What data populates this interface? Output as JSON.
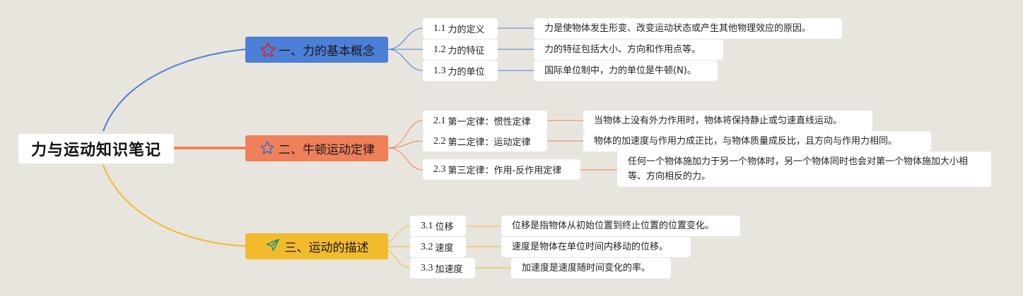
{
  "root": {
    "title": "力与运动知识笔记"
  },
  "branches": [
    {
      "label": "一、力的基本概念",
      "icon": "star-outline-icon",
      "color": "#4c7fd6",
      "items": [
        {
          "num": "1.1",
          "title": "力的定义",
          "detail": "力是使物体发生形变、改变运动状态或产生其他物理效应的原因。"
        },
        {
          "num": "1.2",
          "title": "力的特征",
          "detail": "力的特征包括大小、方向和作用点等。"
        },
        {
          "num": "1.3",
          "title": "力的单位",
          "detail": "国际单位制中，力的单位是牛顿(N)。"
        }
      ]
    },
    {
      "label": "二、牛顿运动定律",
      "icon": "star-outline-icon",
      "color": "#f0805a",
      "items": [
        {
          "num": "2.1",
          "title": "第一定律：惯性定律",
          "detail": "当物体上没有外力作用时，物体将保持静止或匀速直线运动。"
        },
        {
          "num": "2.2",
          "title": "第二定律：运动定律",
          "detail": "物体的加速度与作用力成正比，与物体质量成反比，且方向与作用力相同。"
        },
        {
          "num": "2.3",
          "title": "第三定律：作用-反作用定律",
          "detail": "任何一个物体施加力于另一个物体时，另一个物体同时也会对第一个物体施加大小相等、方向相反的力。"
        }
      ]
    },
    {
      "label": "三、运动的描述",
      "icon": "paper-plane-icon",
      "color": "#f2bb2e",
      "items": [
        {
          "num": "3.1",
          "title": "位移",
          "detail": "位移是指物体从初始位置到终止位置的位置变化。"
        },
        {
          "num": "3.2",
          "title": "速度",
          "detail": "速度是物体在单位时间内移动的位移。"
        },
        {
          "num": "3.3",
          "title": "加速度",
          "detail": "加速度是速度随时间变化的率。"
        }
      ]
    }
  ]
}
